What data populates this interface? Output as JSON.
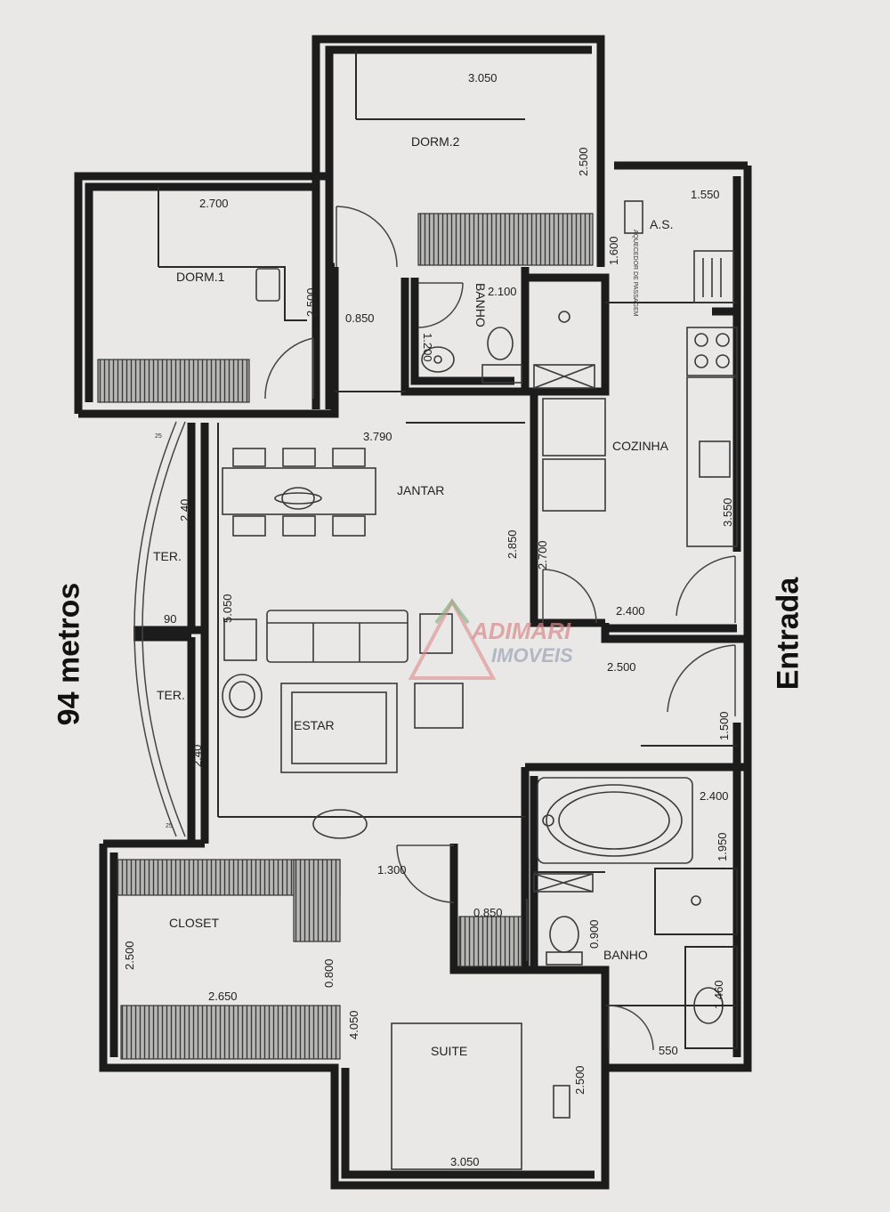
{
  "side_labels": {
    "area": "94 metros",
    "entrance": "Entrada"
  },
  "watermark": {
    "name": "ADIMARI",
    "sub": "IMOVEIS"
  },
  "rooms": {
    "dorm1": "DORM.1",
    "dorm2": "DORM.2",
    "as": "A.S.",
    "banho1": "BANHO",
    "cozinha": "COZINHA",
    "jantar": "JANTAR",
    "ter1": "TER.",
    "ter2": "TER.",
    "estar": "ESTAR",
    "closet": "CLOSET",
    "banho2": "BANHO",
    "suite": "SUITE"
  },
  "fixture_text": {
    "aquecedor": "AQUECEDOR DE PASSAGEM"
  },
  "dimensions": {
    "d3050_top": "3.050",
    "d2500_dorm2": "2.500",
    "d1550": "1.550",
    "d2700": "2.700",
    "d2500_dorm1": "2.500",
    "d0850_hall": "0.850",
    "d1200": "1.200",
    "d2100": "2.100",
    "d1600": "1.600",
    "d3790": "3.790",
    "d2850": "2.850",
    "d2700_b": "2.700",
    "d3550": "3.550",
    "d2400_kit": "2.400",
    "d2500_hall": "2.500",
    "d1500": "1.500",
    "d240_a": "2.40",
    "d5050": "5.050",
    "d90": "90",
    "d240_b": "2.40",
    "d25_a": "25",
    "d25_b": "25",
    "d2400_bath": "2.400",
    "d1950": "1.950",
    "d1300": "1.300",
    "d0850_closet": "0.850",
    "d0900": "0.900",
    "d2500_closet": "2.500",
    "d2650": "2.650",
    "d0800": "0.800",
    "d4050": "4.050",
    "d1460": "1.460",
    "d550": "550",
    "d2500_suite": "2.500",
    "d3050_bottom": "3.050"
  }
}
